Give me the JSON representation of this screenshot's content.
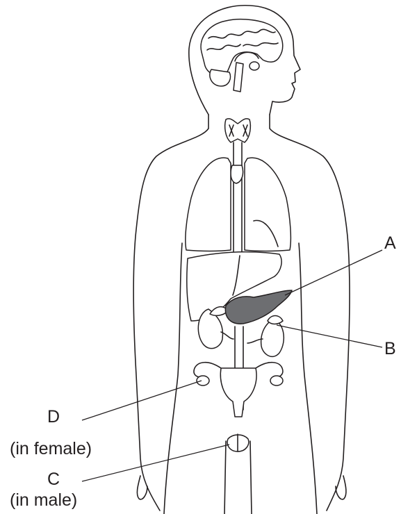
{
  "labels": {
    "A": "A",
    "B": "B",
    "C": "C",
    "C_note": "(in male)",
    "D": "D",
    "D_note": "(in female)"
  },
  "colors": {
    "line": "#231f20",
    "shaded_organ": "#6d6e71",
    "background": "#ffffff"
  }
}
